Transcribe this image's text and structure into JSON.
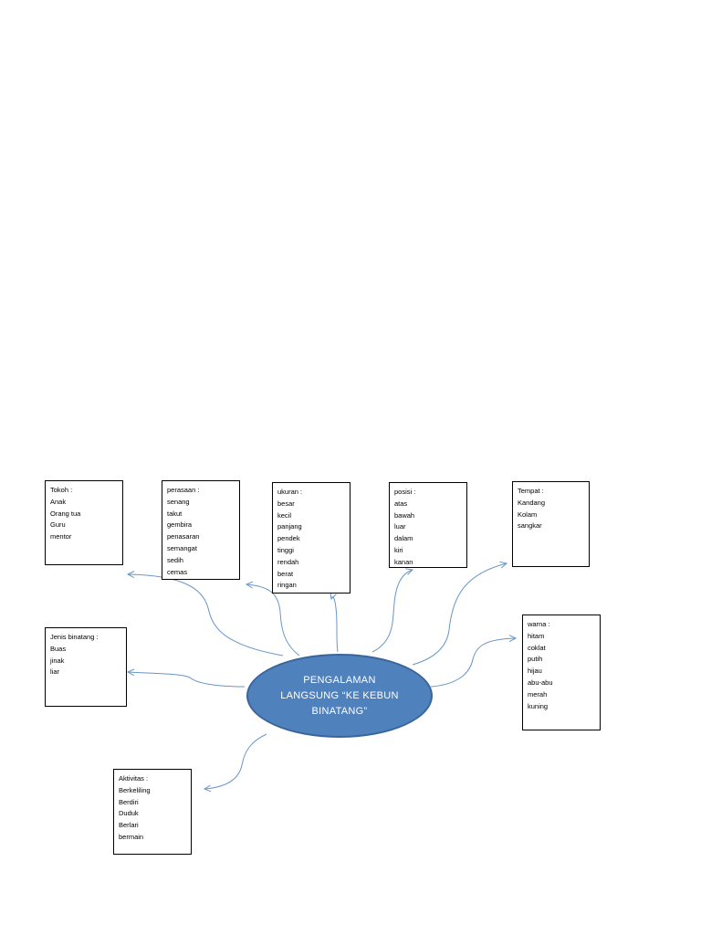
{
  "center": {
    "lines": [
      "PENGALAMAN",
      "LANGSUNG “KE KEBUN",
      "BINATANG”"
    ]
  },
  "boxes": [
    {
      "id": "tokoh",
      "lines": [
        "Tokoh :",
        "Anak",
        "Orang tua",
        "Guru",
        "mentor"
      ]
    },
    {
      "id": "perasaan",
      "lines": [
        "perasaan :",
        "senang",
        "takut",
        "gembira",
        "penasaran",
        "semangat",
        "sedih",
        "cemas"
      ]
    },
    {
      "id": "ukuran",
      "lines": [
        "ukuran :",
        "besar",
        "kecil",
        "panjang",
        "pendek",
        "tinggi",
        "rendah",
        "berat",
        "ringan"
      ]
    },
    {
      "id": "posisi",
      "lines": [
        "posisi :",
        "atas",
        "bawah",
        "luar",
        "dalam",
        "kiri",
        "kanan"
      ]
    },
    {
      "id": "tempat",
      "lines": [
        "Tempat :",
        "Kandang",
        "Kolam",
        "sangkar"
      ]
    },
    {
      "id": "jenis-binatang",
      "lines": [
        "Jenis binatang :",
        "Buas",
        "jinak",
        "liar"
      ]
    },
    {
      "id": "warna",
      "lines": [
        "warna :",
        "hitam",
        "coklat",
        "putih",
        "hijau",
        "abu-abu",
        "merah",
        "kuning"
      ]
    },
    {
      "id": "aktivitas",
      "lines": [
        "Aktivitas :",
        "Berkeliling",
        "Berdiri",
        "Duduk",
        "Berlari",
        "bermain"
      ]
    }
  ],
  "colors": {
    "ellipse_fill": "#4f81bd",
    "ellipse_border": "#3a659b",
    "connector": "#6a96c6"
  }
}
